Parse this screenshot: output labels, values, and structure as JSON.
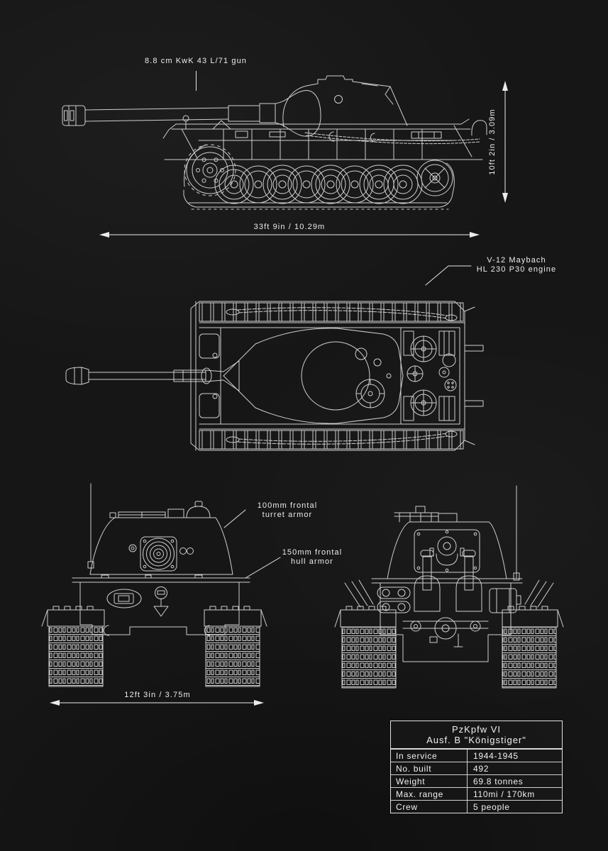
{
  "poster": {
    "colors": {
      "background": "#161616",
      "line": "#cfcfcf",
      "text": "#ededed"
    }
  },
  "annotations": {
    "gun_label": "8.8 cm KwK 43 L/71 gun",
    "engine_label_line1": "V-12 Maybach",
    "engine_label_line2": "HL 230 P30 engine",
    "turret_armor_line1": "100mm frontal",
    "turret_armor_line2": "turret armor",
    "hull_armor_line1": "150mm frontal",
    "hull_armor_line2": "hull armor"
  },
  "dimensions": {
    "height_label": "10ft 2in / 3.09m",
    "length_label": "33ft 9in / 10.29m",
    "width_label": "12ft 3in / 3.75m"
  },
  "spec_table": {
    "title_line1": "PzKpfw VI",
    "title_line2": "Ausf. B \"Königstiger\"",
    "rows": [
      {
        "label": "In service",
        "value": "1944-1945"
      },
      {
        "label": "No. built",
        "value": "492"
      },
      {
        "label": "Weight",
        "value": "69.8 tonnes"
      },
      {
        "label": "Max. range",
        "value": "110mi / 170km"
      },
      {
        "label": "Crew",
        "value": "5 people"
      }
    ]
  }
}
